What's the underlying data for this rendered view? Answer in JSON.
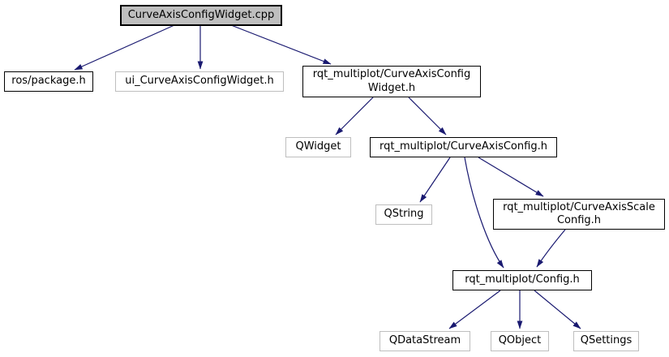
{
  "diagram": {
    "kind": "doxygen-include-dependency-graph",
    "background_color": "#ffffff",
    "edge_color": "#191970",
    "main_node_fill": "#bfbfbf",
    "documented_border_color": "#000000",
    "external_border_color": "#bebebe",
    "node_fill": "#ffffff"
  },
  "nodes": [
    {
      "id": "main",
      "label": "CurveAxisConfigWidget.cpp"
    },
    {
      "id": "ros-package",
      "label": "ros/package.h"
    },
    {
      "id": "ui-widget",
      "label": "ui_CurveAxisConfigWidget.h"
    },
    {
      "id": "curve-axis-config-widget-h",
      "label": "rqt_multiplot/CurveAxisConfig\nWidget.h"
    },
    {
      "id": "qwidget",
      "label": "QWidget"
    },
    {
      "id": "curve-axis-config-h",
      "label": "rqt_multiplot/CurveAxisConfig.h"
    },
    {
      "id": "qstring",
      "label": "QString"
    },
    {
      "id": "curve-axis-scale-config-h",
      "label": "rqt_multiplot/CurveAxisScale\nConfig.h"
    },
    {
      "id": "config-h",
      "label": "rqt_multiplot/Config.h"
    },
    {
      "id": "qdatastream",
      "label": "QDataStream"
    },
    {
      "id": "qobject",
      "label": "QObject"
    },
    {
      "id": "qsettings",
      "label": "QSettings"
    }
  ],
  "edges": [
    {
      "from": "CurveAxisConfigWidget.cpp",
      "to": "ros/package.h"
    },
    {
      "from": "CurveAxisConfigWidget.cpp",
      "to": "ui_CurveAxisConfigWidget.h"
    },
    {
      "from": "CurveAxisConfigWidget.cpp",
      "to": "rqt_multiplot/CurveAxisConfigWidget.h"
    },
    {
      "from": "rqt_multiplot/CurveAxisConfigWidget.h",
      "to": "QWidget"
    },
    {
      "from": "rqt_multiplot/CurveAxisConfigWidget.h",
      "to": "rqt_multiplot/CurveAxisConfig.h"
    },
    {
      "from": "rqt_multiplot/CurveAxisConfig.h",
      "to": "QString"
    },
    {
      "from": "rqt_multiplot/CurveAxisConfig.h",
      "to": "rqt_multiplot/CurveAxisScaleConfig.h"
    },
    {
      "from": "rqt_multiplot/CurveAxisConfig.h",
      "to": "rqt_multiplot/Config.h"
    },
    {
      "from": "rqt_multiplot/CurveAxisScaleConfig.h",
      "to": "rqt_multiplot/Config.h"
    },
    {
      "from": "rqt_multiplot/Config.h",
      "to": "QDataStream"
    },
    {
      "from": "rqt_multiplot/Config.h",
      "to": "QObject"
    },
    {
      "from": "rqt_multiplot/Config.h",
      "to": "QSettings"
    }
  ]
}
